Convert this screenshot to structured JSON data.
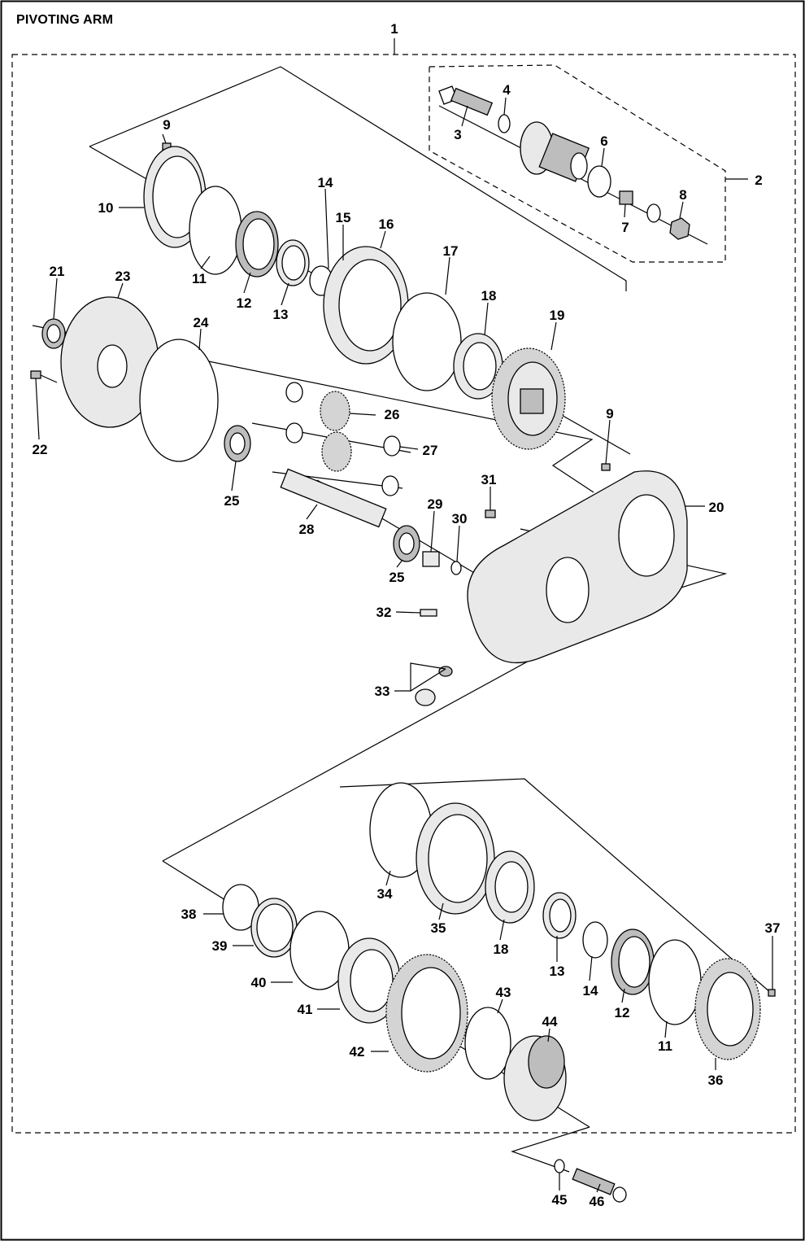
{
  "diagram": {
    "title": "PIVOTING ARM",
    "callouts": [
      {
        "id": "c1",
        "label": "1"
      },
      {
        "id": "c2",
        "label": "2"
      },
      {
        "id": "c3",
        "label": "3"
      },
      {
        "id": "c4",
        "label": "4"
      },
      {
        "id": "c6",
        "label": "6"
      },
      {
        "id": "c7",
        "label": "7"
      },
      {
        "id": "c8",
        "label": "8"
      },
      {
        "id": "c9a",
        "label": "9"
      },
      {
        "id": "c9b",
        "label": "9"
      },
      {
        "id": "c10",
        "label": "10"
      },
      {
        "id": "c11a",
        "label": "11"
      },
      {
        "id": "c11b",
        "label": "11"
      },
      {
        "id": "c12a",
        "label": "12"
      },
      {
        "id": "c12b",
        "label": "12"
      },
      {
        "id": "c13a",
        "label": "13"
      },
      {
        "id": "c13b",
        "label": "13"
      },
      {
        "id": "c14a",
        "label": "14"
      },
      {
        "id": "c14b",
        "label": "14"
      },
      {
        "id": "c15",
        "label": "15"
      },
      {
        "id": "c16",
        "label": "16"
      },
      {
        "id": "c17",
        "label": "17"
      },
      {
        "id": "c18a",
        "label": "18"
      },
      {
        "id": "c18b",
        "label": "18"
      },
      {
        "id": "c19",
        "label": "19"
      },
      {
        "id": "c20",
        "label": "20"
      },
      {
        "id": "c21",
        "label": "21"
      },
      {
        "id": "c22",
        "label": "22"
      },
      {
        "id": "c23",
        "label": "23"
      },
      {
        "id": "c24",
        "label": "24"
      },
      {
        "id": "c25a",
        "label": "25"
      },
      {
        "id": "c25b",
        "label": "25"
      },
      {
        "id": "c26",
        "label": "26"
      },
      {
        "id": "c27",
        "label": "27"
      },
      {
        "id": "c28",
        "label": "28"
      },
      {
        "id": "c29",
        "label": "29"
      },
      {
        "id": "c30",
        "label": "30"
      },
      {
        "id": "c31",
        "label": "31"
      },
      {
        "id": "c32",
        "label": "32"
      },
      {
        "id": "c33",
        "label": "33"
      },
      {
        "id": "c34",
        "label": "34"
      },
      {
        "id": "c35",
        "label": "35"
      },
      {
        "id": "c36",
        "label": "36"
      },
      {
        "id": "c37",
        "label": "37"
      },
      {
        "id": "c38",
        "label": "38"
      },
      {
        "id": "c39",
        "label": "39"
      },
      {
        "id": "c40",
        "label": "40"
      },
      {
        "id": "c41",
        "label": "41"
      },
      {
        "id": "c42",
        "label": "42"
      },
      {
        "id": "c43",
        "label": "43"
      },
      {
        "id": "c44",
        "label": "44"
      },
      {
        "id": "c45",
        "label": "45"
      },
      {
        "id": "c46",
        "label": "46"
      }
    ]
  }
}
